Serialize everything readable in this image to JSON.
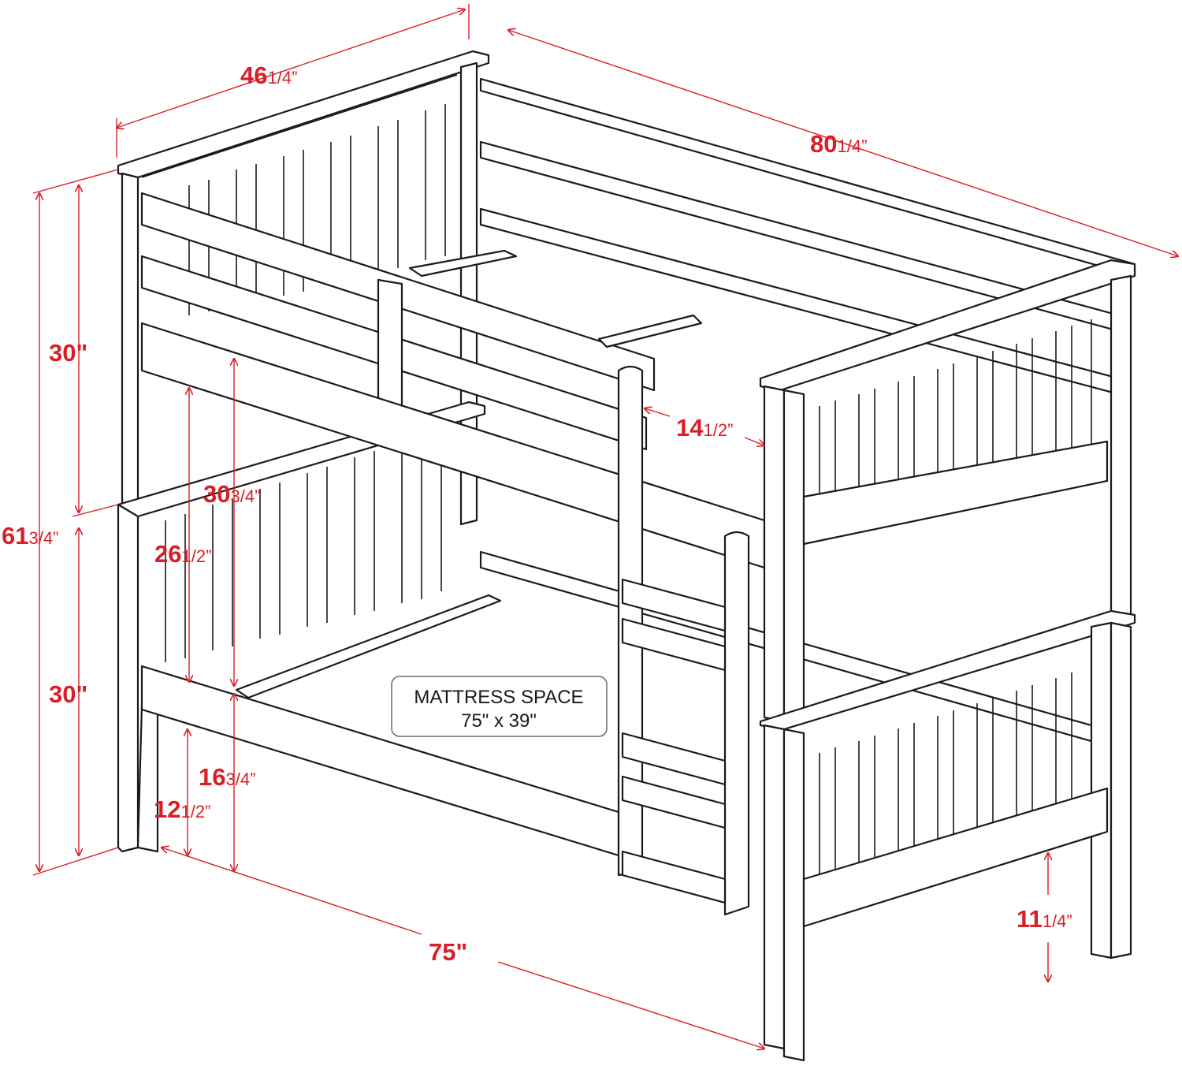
{
  "dimensions": {
    "overall_width": {
      "main": "46",
      "fraction": "1/4”"
    },
    "overall_length": {
      "main": "80",
      "fraction": "1/4”"
    },
    "overall_height": {
      "main": "61",
      "fraction": "3/4”"
    },
    "upper_section_height": {
      "main": "30\"",
      "fraction": ""
    },
    "lower_section_height": {
      "main": "30\"",
      "fraction": ""
    },
    "clearance_to_upper_rail": {
      "main": "30",
      "fraction": "3/4”"
    },
    "clearance_under_bunk": {
      "main": "26",
      "fraction": "1/2”"
    },
    "ladder_opening": {
      "main": "14",
      "fraction": "1/2”"
    },
    "lower_rail_height": {
      "main": "16",
      "fraction": "3/4”"
    },
    "lower_slat_height": {
      "main": "12",
      "fraction": "1/2”"
    },
    "leg_clearance": {
      "main": "11",
      "fraction": "1/4”"
    },
    "mattress_length": {
      "main": "75\"",
      "fraction": ""
    }
  },
  "mattress_space": {
    "title": "MATTRESS SPACE",
    "size": "75\" x 39\""
  },
  "colors": {
    "dimension_red": "#d81e26",
    "line_dark": "#1a1a1a",
    "background": "#ffffff"
  }
}
